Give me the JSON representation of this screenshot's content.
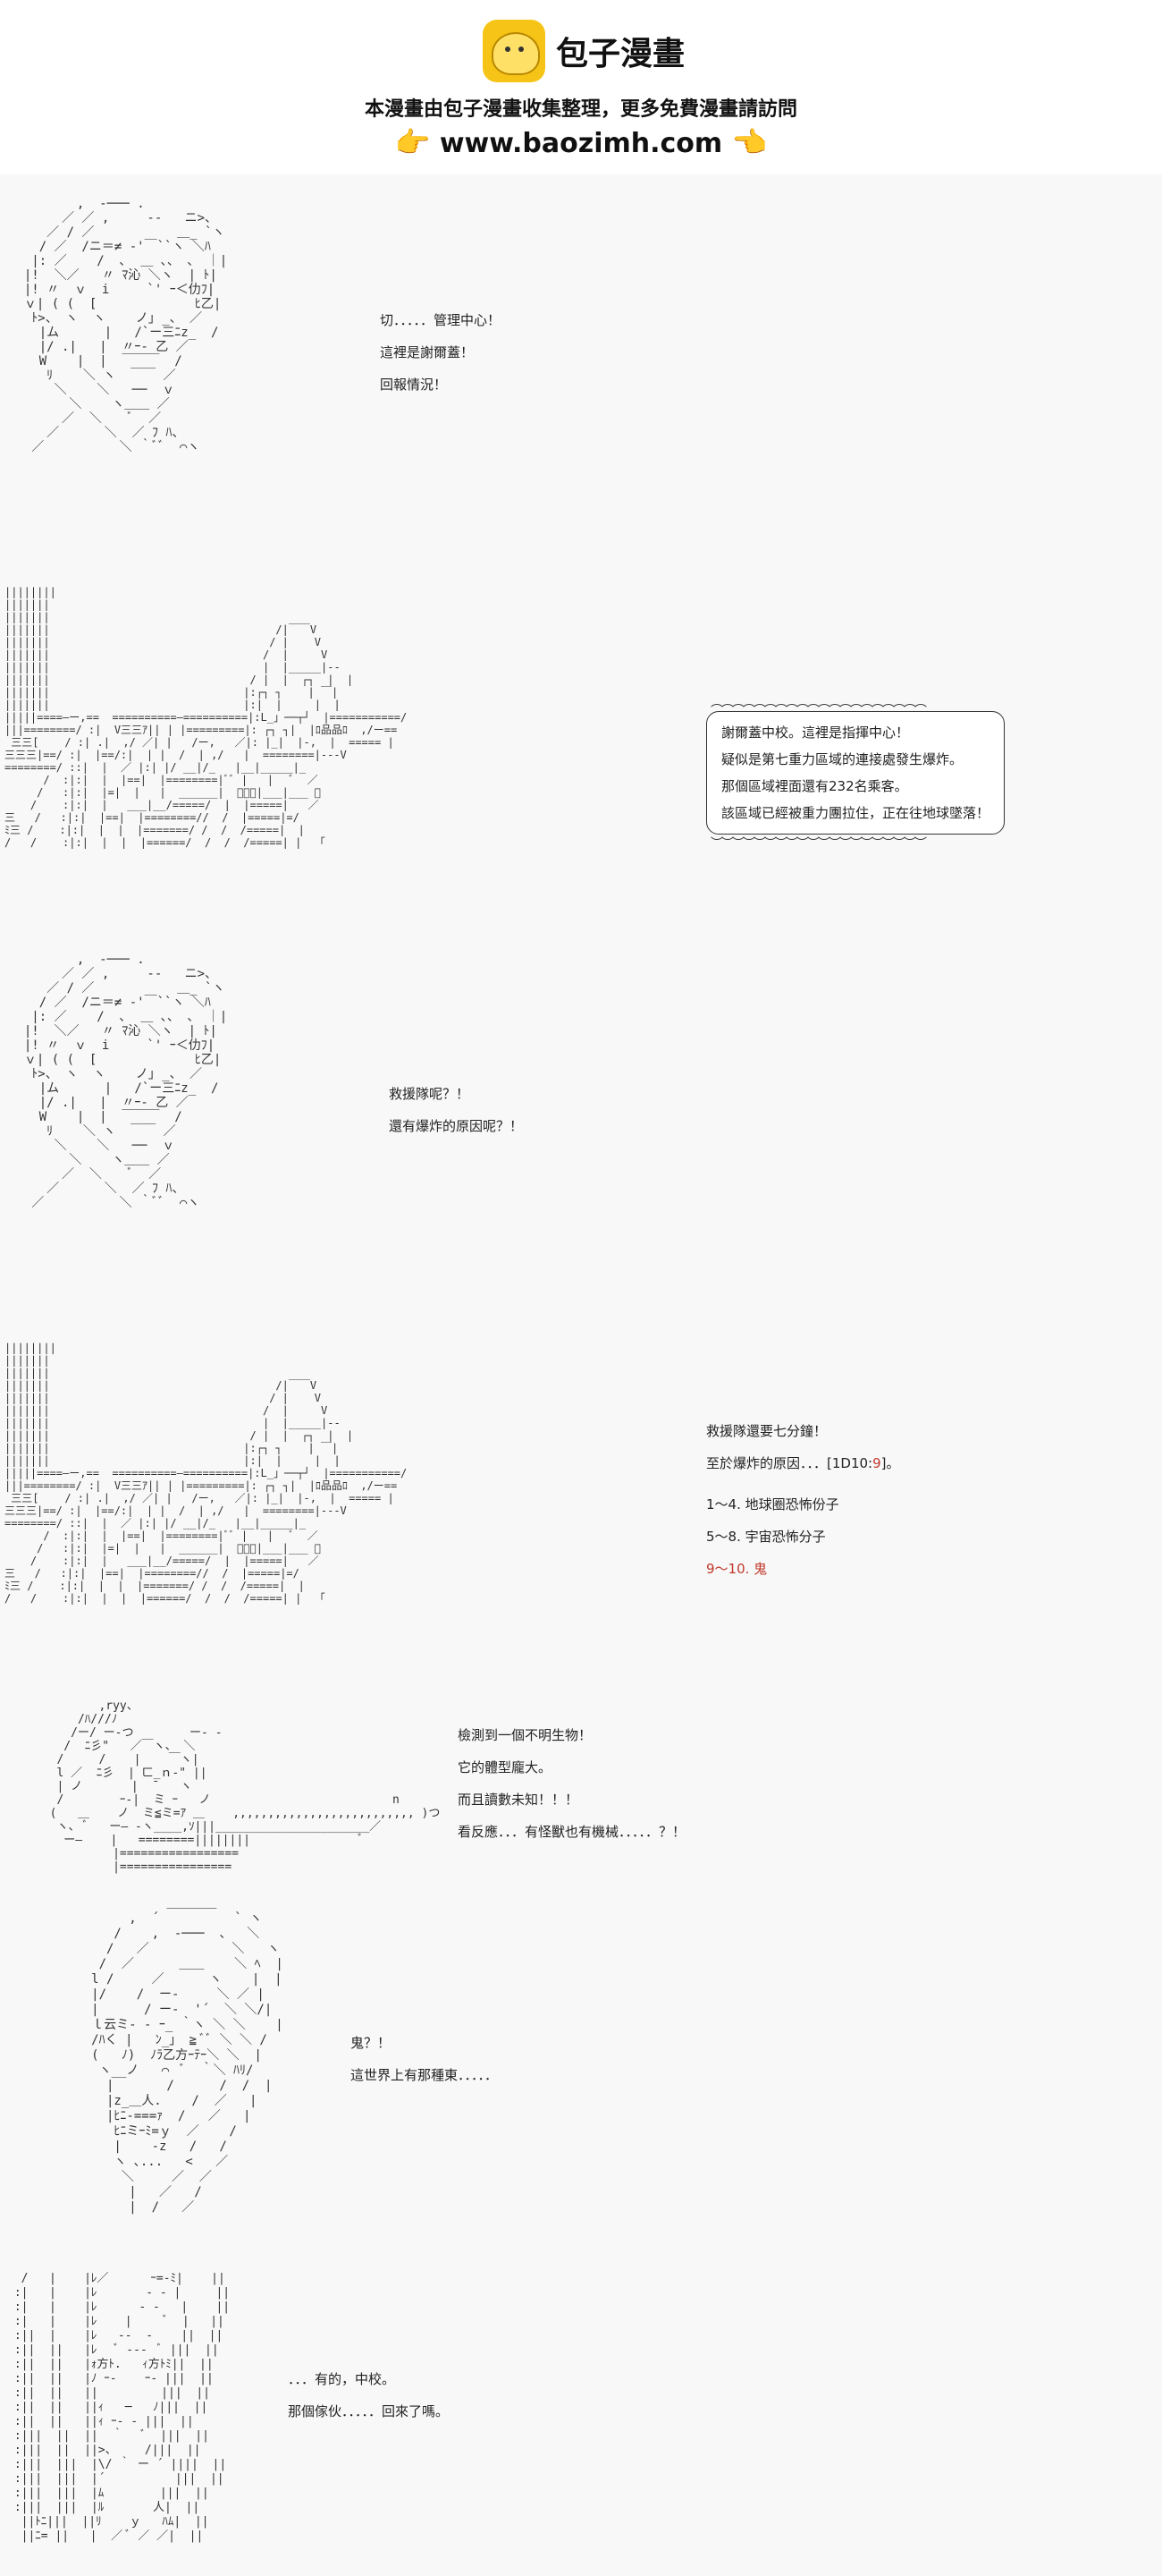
{
  "header": {
    "brand": "包子漫畫",
    "subtitle": "本漫畫由包子漫畫收集整理，更多免費漫畫請訪問",
    "url": "www.baozimh.com",
    "hand_left": "👉",
    "hand_right": "👈"
  },
  "panels": {
    "p1": {
      "lines": [
        "切．．．．．管理中心！",
        "這裡是謝爾蓋！",
        "回報情況！"
      ]
    },
    "p2": {
      "lines": [
        "謝爾蓋中校。這裡是指揮中心！",
        "疑似是第七重力區域的連接處發生爆炸。",
        "那個區域裡面還有232名乘客。",
        "該區域已經被重力團拉住，正在往地球墜落！"
      ]
    },
    "p3": {
      "lines": [
        "救援隊呢？！",
        "還有爆炸的原因呢？！"
      ]
    },
    "p4": {
      "line1": "救援隊還要七分鐘！",
      "line2_prefix": "至於爆炸的原因．．．[1D10:",
      "line2_roll": "9",
      "line2_suffix": "]。",
      "options": [
        "1～4. 地球圈恐怖份子",
        "5～8. 宇宙恐怖分子"
      ],
      "option_red": "9～10. 鬼"
    },
    "p5": {
      "lines": [
        "檢測到一個不明生物！",
        "它的體型龐大。",
        "而且讀數未知！！！",
        "看反應．．．有怪獸也有機械．．．．．？！"
      ]
    },
    "p6": {
      "lines": [
        "鬼？！",
        "這世界上有那種東．．．．．"
      ]
    },
    "p7": {
      "lines": [
        "．．．有的，中校。",
        "那個傢伙．．．．．回來了嗎。"
      ]
    }
  },
  "colors": {
    "accent_red": "#c0392b",
    "logo_yellow": "#f6c416"
  }
}
